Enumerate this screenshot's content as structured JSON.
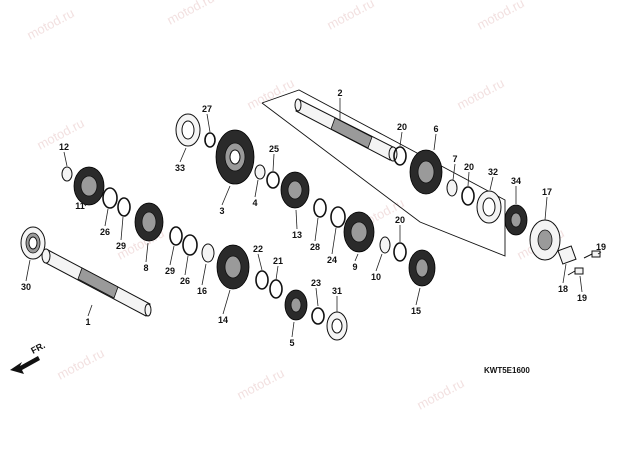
{
  "diagram": {
    "code": "KWT5E1600",
    "front_label": "FR.",
    "watermark": "motod.ru",
    "callouts": [
      "1",
      "2",
      "3",
      "4",
      "5",
      "6",
      "7",
      "8",
      "9",
      "10",
      "11",
      "12",
      "13",
      "14",
      "15",
      "16",
      "17",
      "18",
      "19",
      "20",
      "21",
      "22",
      "23",
      "24",
      "25",
      "26",
      "27",
      "28",
      "29",
      "30",
      "31",
      "32",
      "33",
      "34"
    ]
  }
}
